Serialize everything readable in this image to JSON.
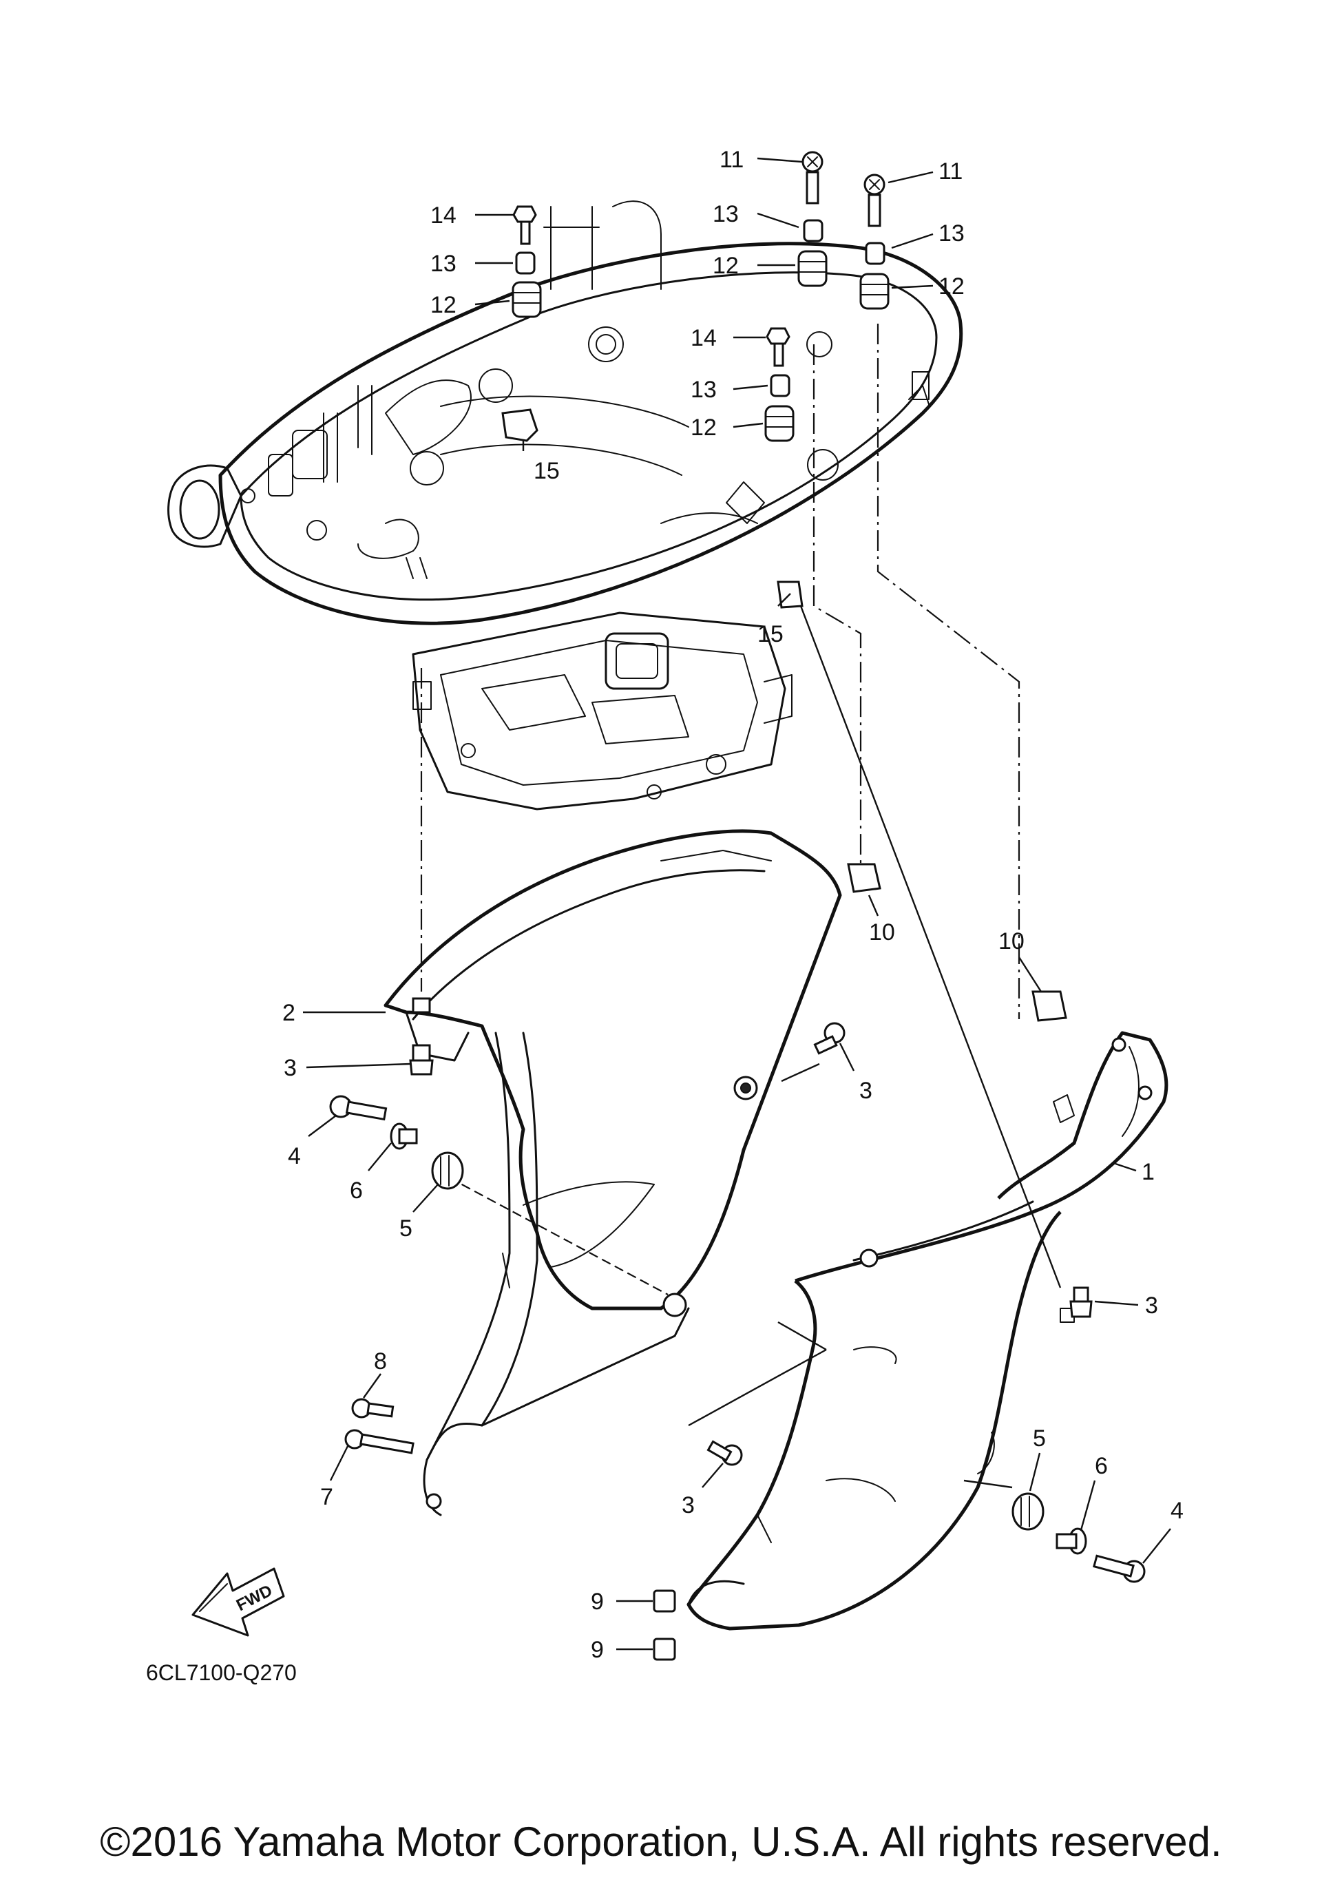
{
  "diagram": {
    "callouts": {
      "c11a": "11",
      "c11b": "11",
      "c13a": "13",
      "c13b": "13",
      "c13c": "13",
      "c13d": "13",
      "c14a": "14",
      "c14b": "14",
      "c12a": "12",
      "c12b": "12",
      "c12c": "12",
      "c12d": "12",
      "c15a": "15",
      "c15b": "15",
      "c10a": "10",
      "c10b": "10",
      "c2": "2",
      "c1": "1",
      "c3a": "3",
      "c3b": "3",
      "c3c": "3",
      "c3d": "3",
      "c4a": "4",
      "c4b": "4",
      "c5a": "5",
      "c5b": "5",
      "c6a": "6",
      "c6b": "6",
      "c7": "7",
      "c8": "8",
      "c9a": "9",
      "c9b": "9"
    },
    "fwd_label": "FWD",
    "drawing_code": "6CL7100-Q270"
  },
  "footer": {
    "copyright": "©2016 Yamaha Motor Corporation, U.S.A. All rights reserved."
  }
}
